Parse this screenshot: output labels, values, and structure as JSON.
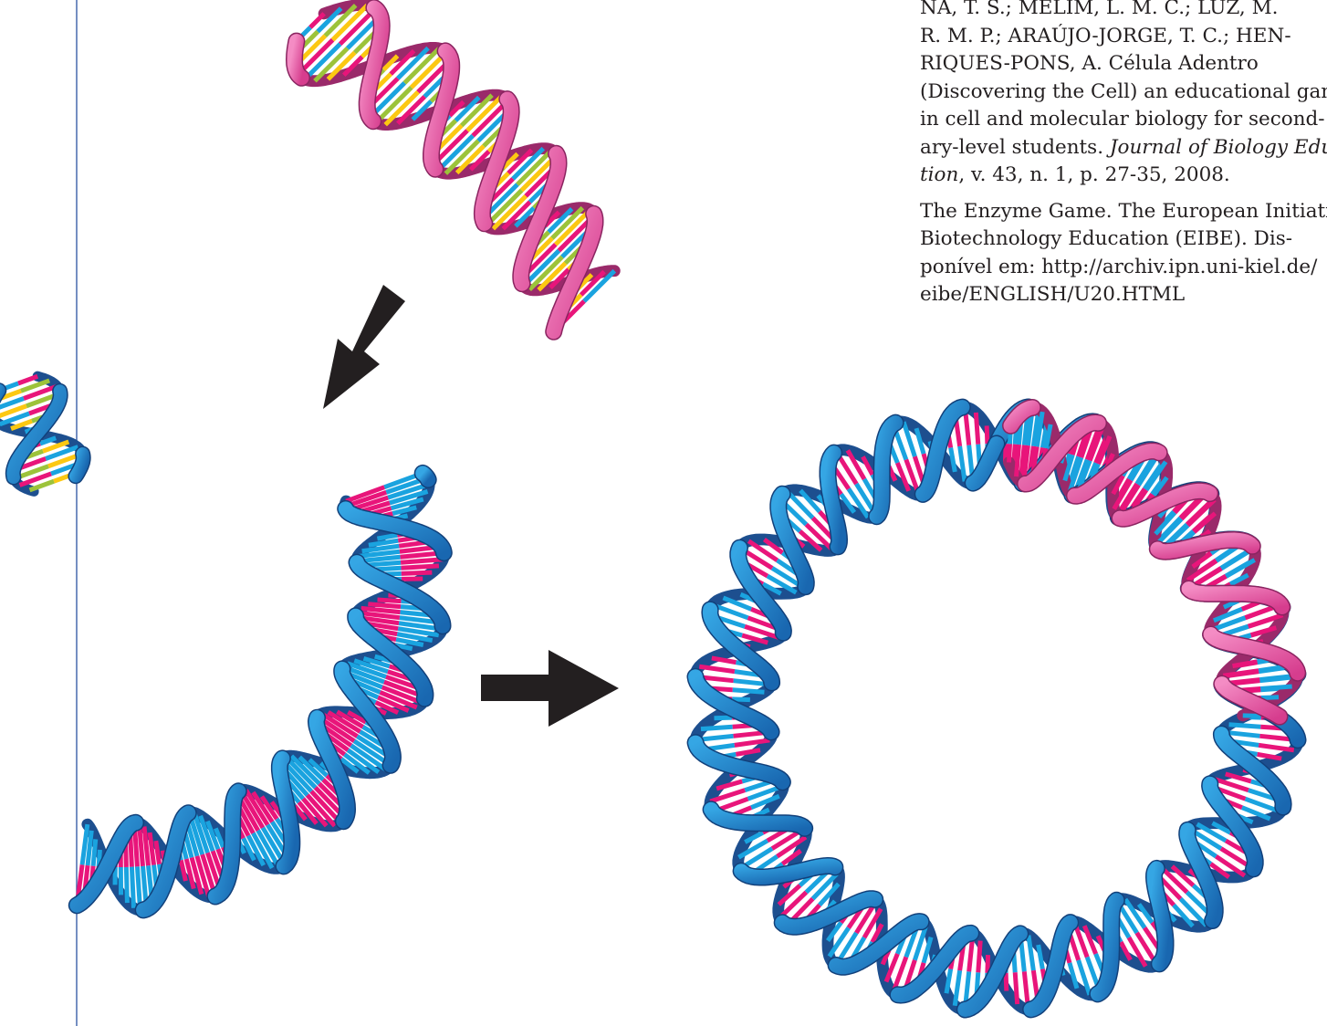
{
  "references": [
    {
      "lines": [
        "NA, T. S.; MELIM, L. M. C.; LUZ, M.",
        "R. M. P.; ARAÚJO-JORGE, T. C.; HEN-",
        "RIQUES-PONS, A. Célula Adentro",
        "(Discovering the Cell) an educational game",
        "in cell and molecular biology for second-"
      ],
      "line6_plain": "ary-level students. ",
      "journal_part1": "Journal of Biology Educa-",
      "journal_part2": "tion",
      "details": ", v. 43, n. 1, p. 27-35, 2008."
    },
    {
      "lines": [
        "The Enzyme Game. The European Initiative",
        "Biotechnology Education (EIBE). Dis-",
        "ponível em: http://archiv.ipn.uni-kiel.de/",
        "eibe/ENGLISH/U20.HTML"
      ]
    }
  ],
  "colors": {
    "blue_strand": "#1f7fc4",
    "blue_dark": "#1d4f8f",
    "pink_strand": "#e0509a",
    "pink_dark": "#9a2a6a",
    "base_pink": "#e8157a",
    "base_yellow": "#fcc812",
    "base_green": "#9cc33a",
    "base_cyan": "#1aa3df",
    "arrow": "#231f20",
    "rule_line": "#3a5fa8"
  },
  "icons": [
    "dna-helix-icon",
    "arrow-down-left-icon",
    "arrow-right-icon",
    "circular-dna-plasmid-icon"
  ]
}
